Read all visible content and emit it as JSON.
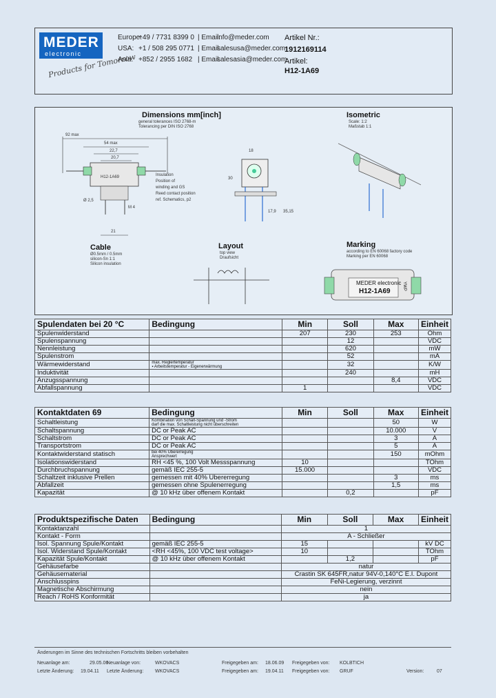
{
  "header": {
    "logo_main": "MEDER",
    "logo_sub": "electronic",
    "slogan": "Products for Tomorrow",
    "contacts": [
      {
        "region": "Europe:",
        "phone": "+49 / 7731 8399 0",
        "email_label": "| Email:",
        "email": "info@meder.com"
      },
      {
        "region": "USA:",
        "phone": "+1 / 508 295 0771",
        "email_label": "| Email:",
        "email": "salesusa@meder.com"
      },
      {
        "region": "Asia:",
        "phone": "+852 / 2955 1682",
        "email_label": "| Email:",
        "email": "salesasia@meder.com"
      }
    ],
    "artikel_nr_label": "Artikel Nr.:",
    "artikel_nr": "1912169114",
    "artikel_label": "Artikel:",
    "artikel": "H12-1A69"
  },
  "drawing": {
    "dim_title": "Dimensions mm[inch]",
    "dim_note": "general tolerances ISO 2768-m\nTolerancing per DIN ISO 2768",
    "iso_title": "Isometric",
    "iso_note": "Scale: 1:2\nMaßstab 1:1",
    "cable_title": "Cable",
    "cable_note": "Ø0.5mm / 0.5mm\nsilicon-Sn 1:1\nSilicon insulation",
    "layout_title": "Layout",
    "layout_note": "top view\nDraufsicht",
    "marking_title": "Marking",
    "marking_note": "according to EN 60068 factory code\nMarking per EN 60068",
    "label_brand": "MEDER electronic",
    "label_part": "H12-1A69",
    "label_code": "YWP",
    "dims": {
      "d1": "92 max",
      "d2": "54 max",
      "d3": "22,7",
      "d4": "20,7",
      "d5": "Ø 2,5",
      "d6": "21",
      "d7": "18",
      "d8": "30",
      "d9": "17,9",
      "d10": "35,15",
      "d11": "M 4"
    },
    "notes": [
      "Insulation",
      "Position of",
      "winding and GS",
      "Reed contact position",
      "ref. Schematics, p2"
    ],
    "coil_label": "H12-1A69"
  },
  "spulen": {
    "headers": [
      "Spulendaten bei 20 °C",
      "Bedingung",
      "Min",
      "Soll",
      "Max",
      "Einheit"
    ],
    "rows": [
      {
        "name": "Spulenwiderstand",
        "cond": "",
        "min": "207",
        "soll": "230",
        "max": "253",
        "unit": "Ohm"
      },
      {
        "name": "Spulenspannung",
        "cond": "",
        "min": "",
        "soll": "12",
        "max": "",
        "unit": "VDC"
      },
      {
        "name": "Nennleistung",
        "cond": "",
        "min": "",
        "soll": "620",
        "max": "",
        "unit": "mW"
      },
      {
        "name": "Spulenstrom",
        "cond": "",
        "min": "",
        "soll": "52",
        "max": "",
        "unit": "mA"
      },
      {
        "name": "Wärmewiderstand",
        "cond": "max. Reglertemperatur\n▪ Arbeitstemperatur - Eigenerwärmung",
        "min": "",
        "soll": "32",
        "max": "",
        "unit": "K/W"
      },
      {
        "name": "Induktivität",
        "cond": "",
        "min": "",
        "soll": "240",
        "max": "",
        "unit": "mH"
      },
      {
        "name": "Anzugsspannung",
        "cond": "",
        "min": "",
        "soll": "",
        "max": "8,4",
        "unit": "VDC"
      },
      {
        "name": "Abfallspannung",
        "cond": "",
        "min": "1",
        "soll": "",
        "max": "",
        "unit": "VDC"
      }
    ]
  },
  "kontakt": {
    "headers": [
      "Kontaktdaten 69",
      "Bedingung",
      "Min",
      "Soll",
      "Max",
      "Einheit"
    ],
    "rows": [
      {
        "name": "Schaltleistung",
        "cond": "Kombination von Schalt-Spannung und -Strom\ndarf die max. Schaltleistung nicht überschreiten",
        "min": "",
        "soll": "",
        "max": "50",
        "unit": "W"
      },
      {
        "name": "Schaltspannung",
        "cond": "DC or Peak AC",
        "min": "",
        "soll": "",
        "max": "10.000",
        "unit": "V"
      },
      {
        "name": "Schaltstrom",
        "cond": "DC or Peak AC",
        "min": "",
        "soll": "",
        "max": "3",
        "unit": "A"
      },
      {
        "name": "Transportstrom",
        "cond": "DC or Peak AC",
        "min": "",
        "soll": "",
        "max": "5",
        "unit": "A"
      },
      {
        "name": "Kontaktwiderstand statisch",
        "cond": "bei 40% Übererregung\nAnsprechwert",
        "min": "",
        "soll": "",
        "max": "150",
        "unit": "mOhm"
      },
      {
        "name": "Isolationswiderstand",
        "cond": "RH <45 %, 100 Volt Messspannung",
        "min": "10",
        "soll": "",
        "max": "",
        "unit": "TOhm"
      },
      {
        "name": "Durchbruchspannung",
        "cond": "gemäß  IEC 255-5",
        "min": "15.000",
        "soll": "",
        "max": "",
        "unit": "VDC"
      },
      {
        "name": "Schaltzeit inklusive Prellen",
        "cond": "gemessen mit 40% Übererregung",
        "min": "",
        "soll": "",
        "max": "3",
        "unit": "ms"
      },
      {
        "name": "Abfallzeit",
        "cond": "gemessen ohne Spulenerregung",
        "min": "",
        "soll": "",
        "max": "1,5",
        "unit": "ms"
      },
      {
        "name": "Kapazität",
        "cond": "@ 10 kHz über offenem Kontakt",
        "min": "",
        "soll": "0,2",
        "max": "",
        "unit": "pF"
      }
    ]
  },
  "produkt": {
    "headers": [
      "Produktspezifische Daten",
      "Bedingung",
      "Min",
      "Soll",
      "Max",
      "Einheit"
    ],
    "rows": [
      {
        "name": "Kontaktanzahl",
        "cond": "",
        "span": "1"
      },
      {
        "name": "Kontakt - Form",
        "cond": "",
        "span": "A - Schließer"
      },
      {
        "name": "Isol. Spannung Spule/Kontakt",
        "cond": "gemäß  IEC 255-5",
        "min": "15",
        "soll": "",
        "max": "",
        "unit": "kV DC"
      },
      {
        "name": "Isol. Widerstand Spule/Kontakt",
        "cond": "<RH <45%, 100 VDC test voltage>",
        "min": "10",
        "soll": "",
        "max": "",
        "unit": "TOhm"
      },
      {
        "name": "Kapazität Spule/Kontakt",
        "cond": "@ 10 kHz über offenem Kontakt",
        "min": "",
        "soll": "1,2",
        "max": "",
        "unit": "pF"
      },
      {
        "name": "Gehäusefarbe",
        "cond": "",
        "span": "natur"
      },
      {
        "name": "Gehäusematerial",
        "cond": "",
        "span": "Crastin SK 645FR,natur 94V-0,140°C E.I. Dupont"
      },
      {
        "name": "Anschlusspins",
        "cond": "",
        "span": "FeNi-Legierung, verzinnt"
      },
      {
        "name": "Magnetische Abschirmung",
        "cond": "",
        "span": "nein"
      },
      {
        "name": "Reach / RoHS Konformität",
        "cond": "",
        "span": "ja"
      }
    ]
  },
  "footer": {
    "notice": "Änderungen im Sinne des technischen Fortschritts bleiben vorbehalten",
    "neu_am_label": "Neuanlage am:",
    "neu_am": "29.05.06",
    "neu_von_label": "Neuanlage von:",
    "neu_von": "WKOVACS",
    "frei_am_label": "Freigegeben am:",
    "frei_am": "18.06.09",
    "frei_von_label": "Freigegeben von:",
    "frei_von": "KOLBTICH",
    "aend_am_label": "Letzte Änderung:",
    "aend_am": "19.04.11",
    "aend_von_label": "Letzte Änderung:",
    "aend_von": "WKOVACS",
    "frei2_am_label": "Freigegeben am:",
    "frei2_am": "19.04.11",
    "frei2_von_label": "Freigegeben von:",
    "frei2_von": "GRUF",
    "version_label": "Version:",
    "version": "07"
  }
}
